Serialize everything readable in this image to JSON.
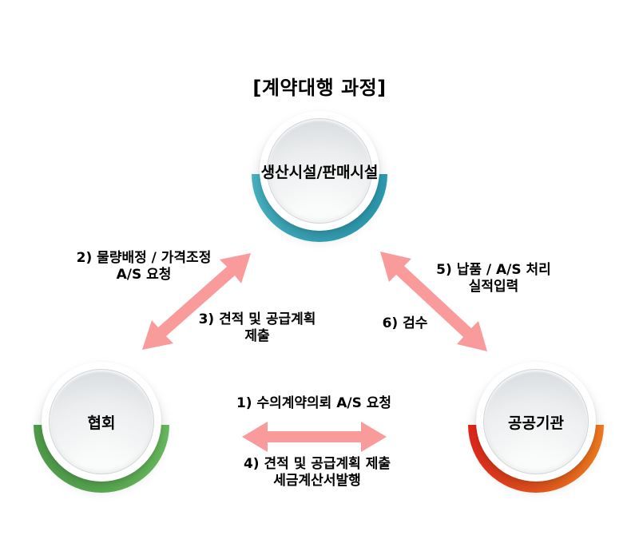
{
  "title": "[계약대행 과정]",
  "colors": {
    "background": "#ffffff",
    "arrow": "#f99b9b",
    "text": "#000000"
  },
  "nodes": {
    "top": {
      "label": "생산시설/판매시설",
      "arc_start": "#48b4c4",
      "arc_end": "#2a9ab1"
    },
    "left": {
      "label": "협회",
      "arc_start": "#4f9e4a",
      "arc_end": "#6abf60"
    },
    "right": {
      "label": "공공기관",
      "arc_start": "#e2251c",
      "arc_end": "#f58220"
    }
  },
  "labels": {
    "step1": {
      "line1": "1) 수의계약의뢰 A/S 요청"
    },
    "step2": {
      "line1": "2) 물량배정 / 가격조정",
      "line2": "A/S 요청"
    },
    "step3": {
      "line1": "3) 견적 및 공급계획",
      "line2": "제출"
    },
    "step4": {
      "line1": "4) 견적 및 공급계획 제출",
      "line2": "세금계산서발행"
    },
    "step5": {
      "line1": "5) 납품 / A/S 처리",
      "line2": "실적입력"
    },
    "step6": {
      "line1": "6) 검수"
    }
  }
}
